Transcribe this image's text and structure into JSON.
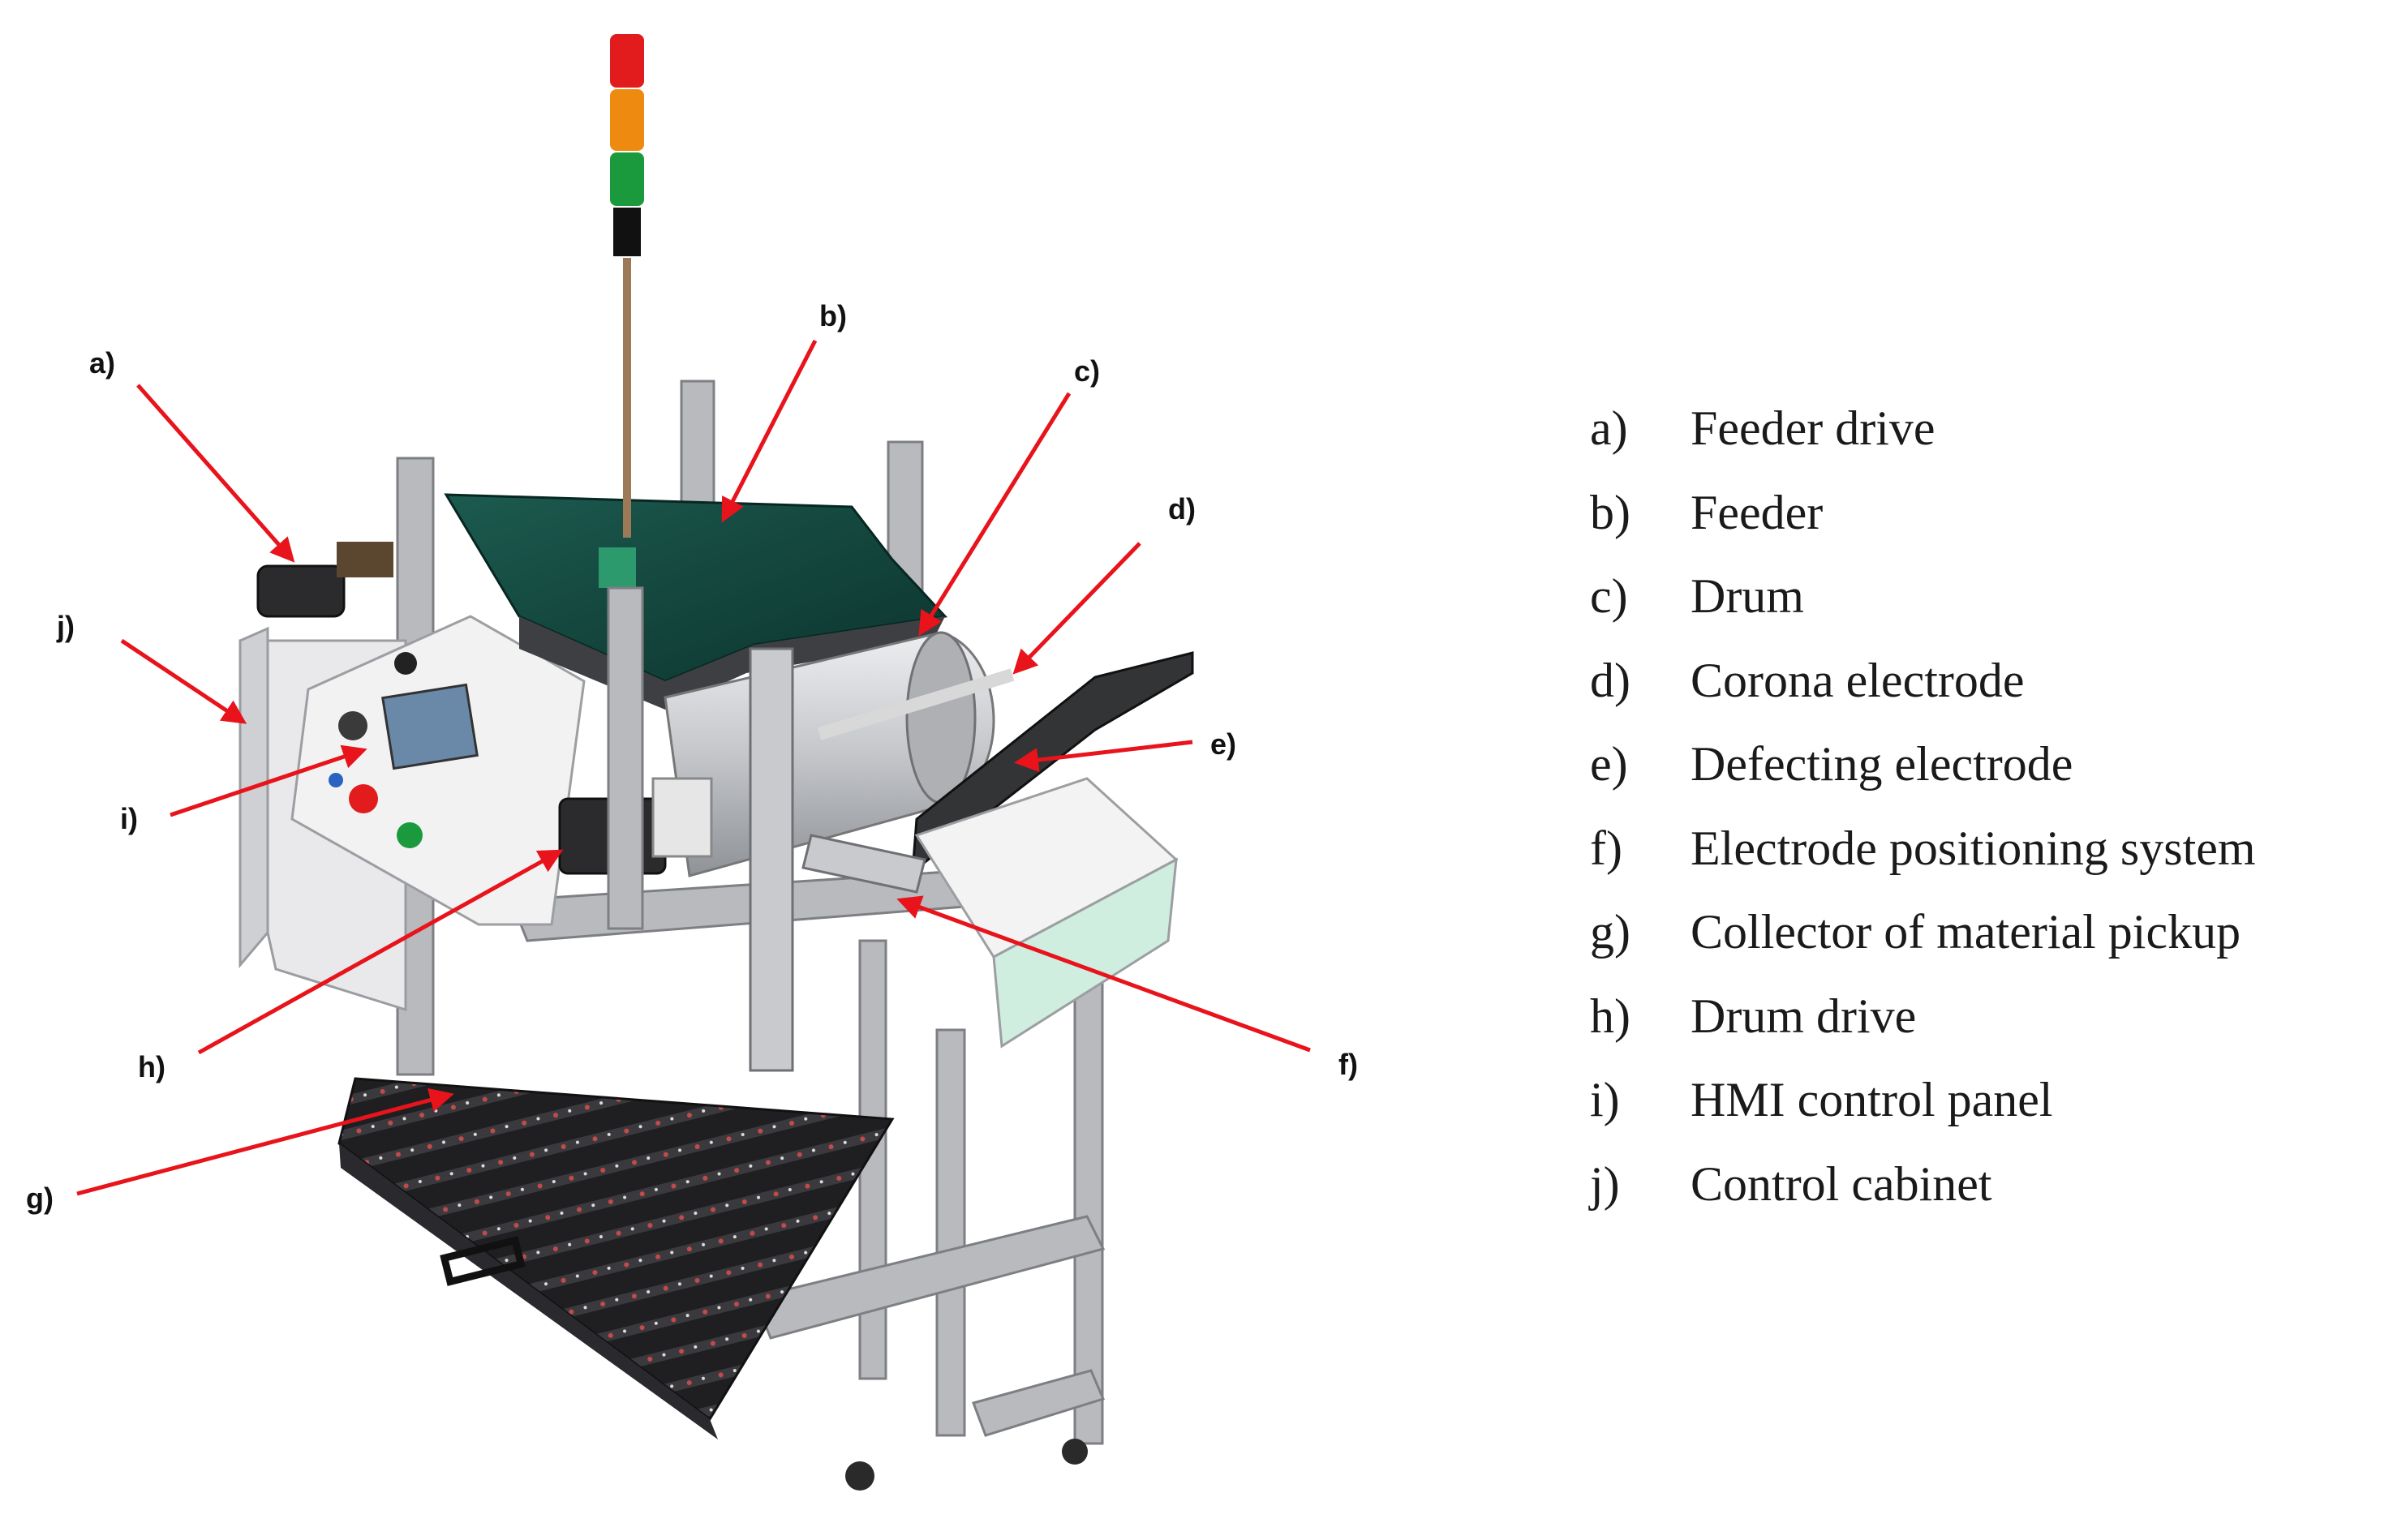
{
  "figure": {
    "image_description": "",
    "colors": {
      "arrow": "#e8131b",
      "frame": "#b9babd",
      "belt": "#12483f",
      "drum": "#c4c6ca",
      "collector": "#1f1f22",
      "cabinet": "#e9e9eb",
      "light_red": "#e21c1c",
      "light_orange": "#ef8a10",
      "light_green": "#1b9a3d"
    }
  },
  "callouts": [
    {
      "key": "a)",
      "label": "Feeder drive"
    },
    {
      "key": "b)",
      "label": "Feeder"
    },
    {
      "key": "c)",
      "label": "Drum"
    },
    {
      "key": "d)",
      "label": "Corona electrode"
    },
    {
      "key": "e)",
      "label": "Defecting electrode"
    },
    {
      "key": "f)",
      "label": "Electrode positioning system"
    },
    {
      "key": "g)",
      "label": "Collector of material pickup"
    },
    {
      "key": "h)",
      "label": "Drum drive"
    },
    {
      "key": "i)",
      "label": "HMI control panel"
    },
    {
      "key": "j)",
      "label": "Control cabinet"
    }
  ]
}
